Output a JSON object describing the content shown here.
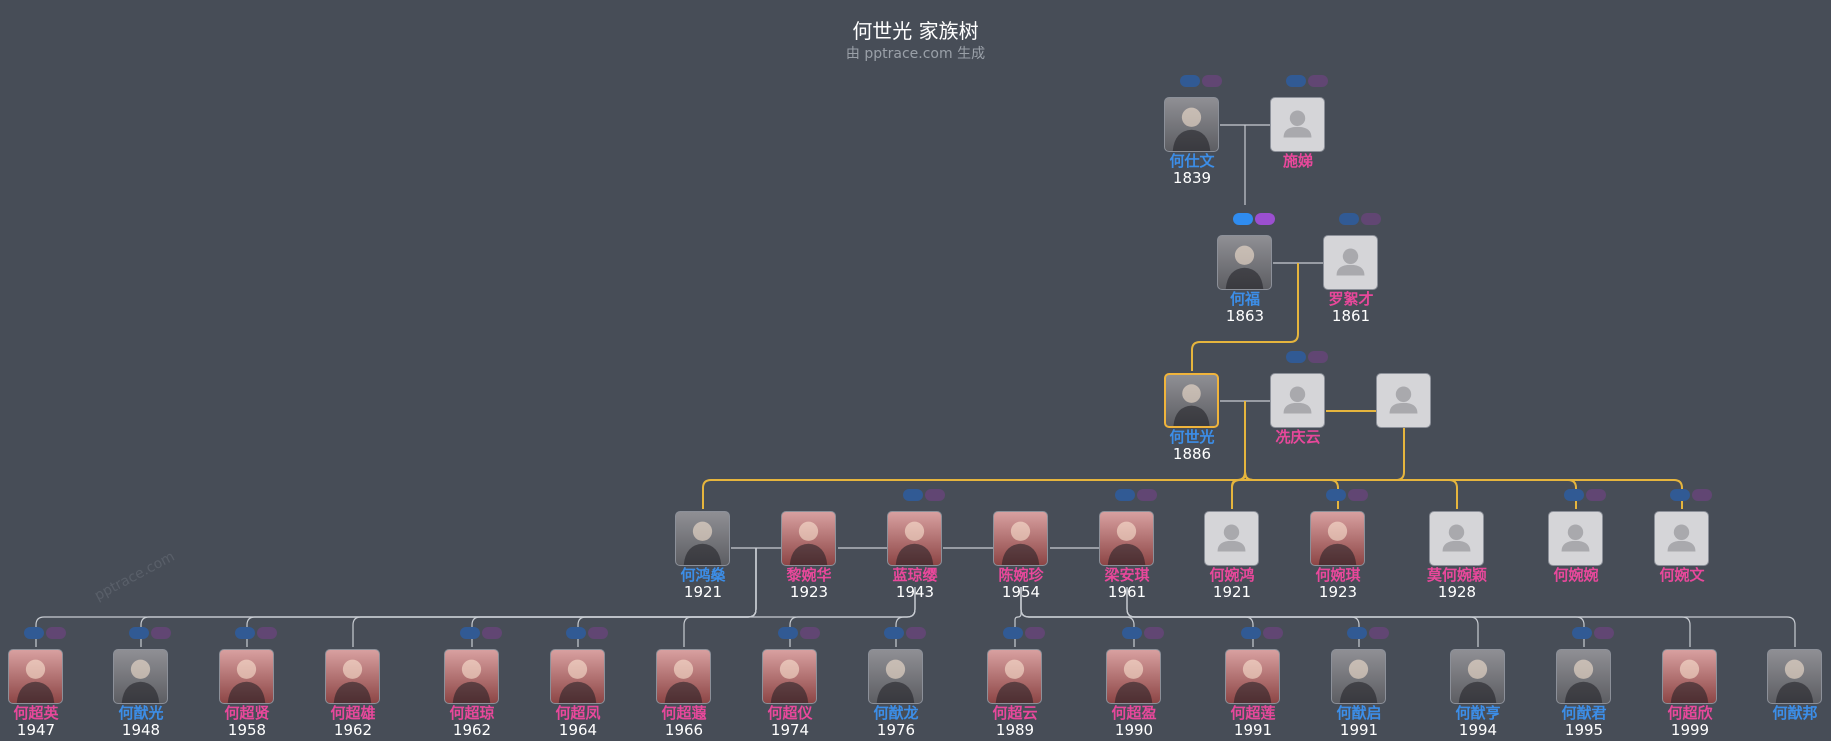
{
  "header": {
    "title": "何世光 家族树",
    "subtitle": "由 pptrace.com 生成"
  },
  "watermark": "pptrace.com",
  "colors": {
    "background": "#474d57",
    "male": "#3c8ee8",
    "female": "#e8489b",
    "highlight_line": "#e6b53d",
    "line": "#c8ccd2"
  },
  "people": [
    {
      "id": "p1",
      "name": "何仕文",
      "year": "1839",
      "gender": "m",
      "photo": true
    },
    {
      "id": "p2",
      "name": "施娣",
      "year": "",
      "gender": "f",
      "photo": false
    },
    {
      "id": "p3",
      "name": "何福",
      "year": "1863",
      "gender": "m",
      "photo": true
    },
    {
      "id": "p4",
      "name": "罗絮才",
      "year": "1861",
      "gender": "f",
      "photo": false
    },
    {
      "id": "p5",
      "name": "何世光",
      "year": "1886",
      "gender": "m",
      "photo": true,
      "selected": true
    },
    {
      "id": "p6",
      "name": "冼庆云",
      "year": "",
      "gender": "f",
      "photo": false
    },
    {
      "id": "p7",
      "name": "",
      "year": "",
      "gender": "f",
      "photo": false
    },
    {
      "id": "p8",
      "name": "何鸿燊",
      "year": "1921",
      "gender": "m",
      "photo": true
    },
    {
      "id": "p9",
      "name": "黎婉华",
      "year": "1923",
      "gender": "f",
      "photo": true
    },
    {
      "id": "p10",
      "name": "蓝琼缨",
      "year": "1943",
      "gender": "f",
      "photo": true
    },
    {
      "id": "p11",
      "name": "陈婉珍",
      "year": "1954",
      "gender": "f",
      "photo": true
    },
    {
      "id": "p12",
      "name": "梁安琪",
      "year": "1961",
      "gender": "f",
      "photo": true
    },
    {
      "id": "p13",
      "name": "何婉鸿",
      "year": "1921",
      "gender": "f",
      "photo": false
    },
    {
      "id": "p14",
      "name": "何婉琪",
      "year": "1923",
      "gender": "f",
      "photo": true
    },
    {
      "id": "p15",
      "name": "莫何婉颖",
      "year": "1928",
      "gender": "f",
      "photo": false
    },
    {
      "id": "p16",
      "name": "何婉婉",
      "year": "",
      "gender": "f",
      "photo": false
    },
    {
      "id": "p17",
      "name": "何婉文",
      "year": "",
      "gender": "f",
      "photo": false
    },
    {
      "id": "p18",
      "name": "何超英",
      "year": "1947",
      "gender": "f",
      "photo": true
    },
    {
      "id": "p19",
      "name": "何猷光",
      "year": "1948",
      "gender": "m",
      "photo": true
    },
    {
      "id": "p20",
      "name": "何超贤",
      "year": "1958",
      "gender": "f",
      "photo": true
    },
    {
      "id": "p21",
      "name": "何超雄",
      "year": "1962",
      "gender": "f",
      "photo": true
    },
    {
      "id": "p22",
      "name": "何超琼",
      "year": "1962",
      "gender": "f",
      "photo": true
    },
    {
      "id": "p23",
      "name": "何超凤",
      "year": "1964",
      "gender": "f",
      "photo": true
    },
    {
      "id": "p24",
      "name": "何超蕸",
      "year": "1966",
      "gender": "f",
      "photo": true
    },
    {
      "id": "p25",
      "name": "何超仪",
      "year": "1974",
      "gender": "f",
      "photo": true
    },
    {
      "id": "p26",
      "name": "何猷龙",
      "year": "1976",
      "gender": "m",
      "photo": true
    },
    {
      "id": "p27",
      "name": "何超云",
      "year": "1989",
      "gender": "f",
      "photo": true
    },
    {
      "id": "p28",
      "name": "何超盈",
      "year": "1990",
      "gender": "f",
      "photo": true
    },
    {
      "id": "p29",
      "name": "何超莲",
      "year": "1991",
      "gender": "f",
      "photo": true
    },
    {
      "id": "p30",
      "name": "何猷启",
      "year": "1991",
      "gender": "m",
      "photo": true
    },
    {
      "id": "p31",
      "name": "何猷亨",
      "year": "1994",
      "gender": "m",
      "photo": true
    },
    {
      "id": "p32",
      "name": "何猷君",
      "year": "1995",
      "gender": "m",
      "photo": true
    },
    {
      "id": "p33",
      "name": "何超欣",
      "year": "1999",
      "gender": "f",
      "photo": true
    },
    {
      "id": "p34",
      "name": "何猷邦",
      "year": "",
      "gender": "m",
      "photo": true
    }
  ]
}
